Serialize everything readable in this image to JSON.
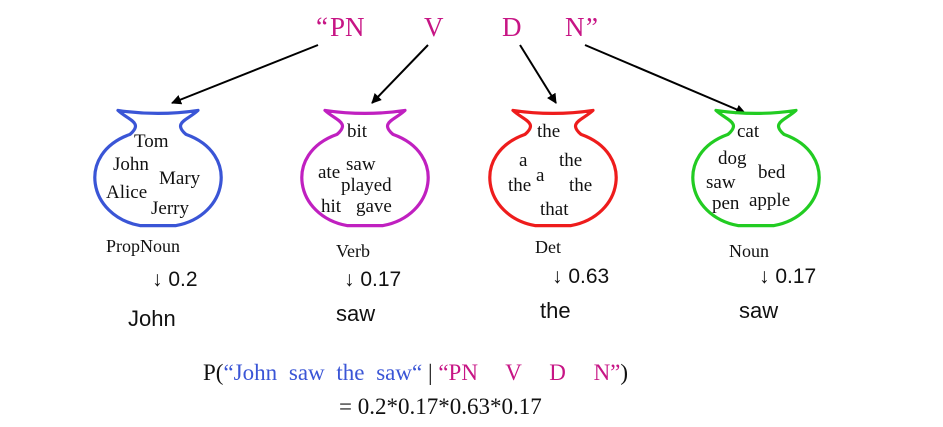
{
  "top_sequence": {
    "open_quote": "“",
    "tags": [
      "PN",
      "V",
      "D",
      "N"
    ],
    "close_quote": "”"
  },
  "urns": [
    {
      "color": "#3a55d6",
      "words": [
        "Tom",
        "John",
        "Mary",
        "Alice",
        "Jerry"
      ],
      "label": "PropNoun",
      "prob": "0.2",
      "emission": "John"
    },
    {
      "color": "#c020c0",
      "words": [
        "bit",
        "ate",
        "saw",
        "played",
        "hit",
        "gave"
      ],
      "label": "Verb",
      "prob": "0.17",
      "emission": "saw"
    },
    {
      "color": "#ee1c1c",
      "words": [
        "the",
        "a",
        "the",
        "a",
        "the",
        "the",
        "that"
      ],
      "label": "Det",
      "prob": "0.63",
      "emission": "the"
    },
    {
      "color": "#22cc22",
      "words": [
        "cat",
        "dog",
        "bed",
        "saw",
        "pen",
        "apple"
      ],
      "label": "Noun",
      "prob": "0.17",
      "emission": "saw"
    }
  ],
  "formula": {
    "prefix": "P(",
    "words_quoted": "“John saw the saw“",
    "bar": "|",
    "tags_quoted": "“PN V D N”",
    "suffix": ")",
    "line2": "= 0.2*0.17*0.63*0.17"
  },
  "arrow_glyph": "↓"
}
